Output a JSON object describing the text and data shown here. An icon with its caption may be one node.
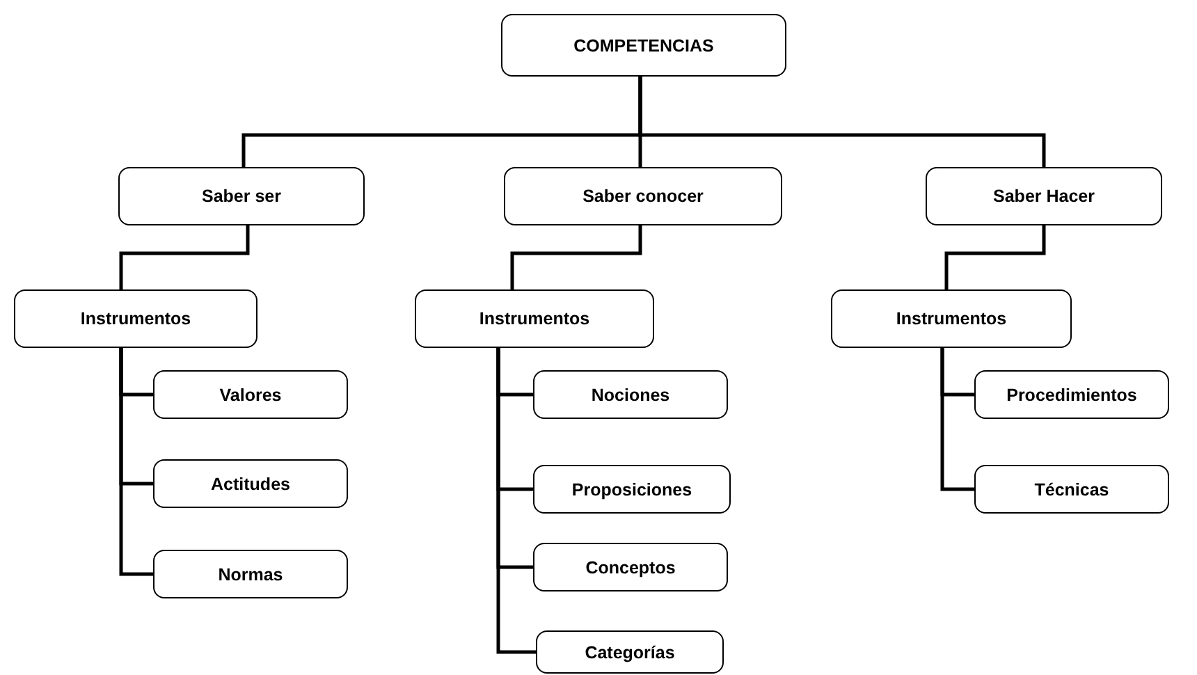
{
  "diagram": {
    "nodes": [
      {
        "text": [
          "COMPETENCIAS"
        ]
      },
      {
        "text": [
          "Saber ser"
        ]
      },
      {
        "text": [
          "Saber conocer"
        ]
      },
      {
        "text": [
          "Saber Hacer"
        ]
      },
      {
        "text": [
          "Instrumentos"
        ]
      },
      {
        "text": [
          "Valores"
        ]
      },
      {
        "text": [
          "Actitudes"
        ]
      },
      {
        "text": [
          "Normas"
        ]
      },
      {
        "text": [
          "Instrumentos"
        ]
      },
      {
        "text": [
          "Nociones"
        ]
      },
      {
        "text": [
          "Proposiciones"
        ]
      },
      {
        "text": [
          "Conceptos"
        ]
      },
      {
        "text": [
          "Categorías"
        ]
      },
      {
        "text": [
          "Instrumentos"
        ]
      },
      {
        "text": [
          "Procedimientos"
        ]
      },
      {
        "text": [
          "Técnicas"
        ]
      }
    ],
    "edges": [
      {
        "from": 0,
        "to": 1,
        "arrow": "none"
      },
      {
        "from": 0,
        "to": 2,
        "arrow": "none"
      },
      {
        "from": 0,
        "to": 3,
        "arrow": "none"
      },
      {
        "from": 1,
        "to": 4,
        "arrow": "none"
      },
      {
        "from": 2,
        "to": 8,
        "arrow": "none"
      },
      {
        "from": 3,
        "to": 13,
        "arrow": "none"
      },
      {
        "from": 4,
        "to": 5,
        "arrow": "none"
      },
      {
        "from": 4,
        "to": 6,
        "arrow": "none"
      },
      {
        "from": 4,
        "to": 7,
        "arrow": "none"
      },
      {
        "from": 8,
        "to": 9,
        "arrow": "none"
      },
      {
        "from": 8,
        "to": 10,
        "arrow": "none"
      },
      {
        "from": 8,
        "to": 11,
        "arrow": "none"
      },
      {
        "from": 8,
        "to": 12,
        "arrow": "none"
      },
      {
        "from": 13,
        "to": 14,
        "arrow": "none"
      },
      {
        "from": 13,
        "to": 15,
        "arrow": "none"
      }
    ]
  }
}
